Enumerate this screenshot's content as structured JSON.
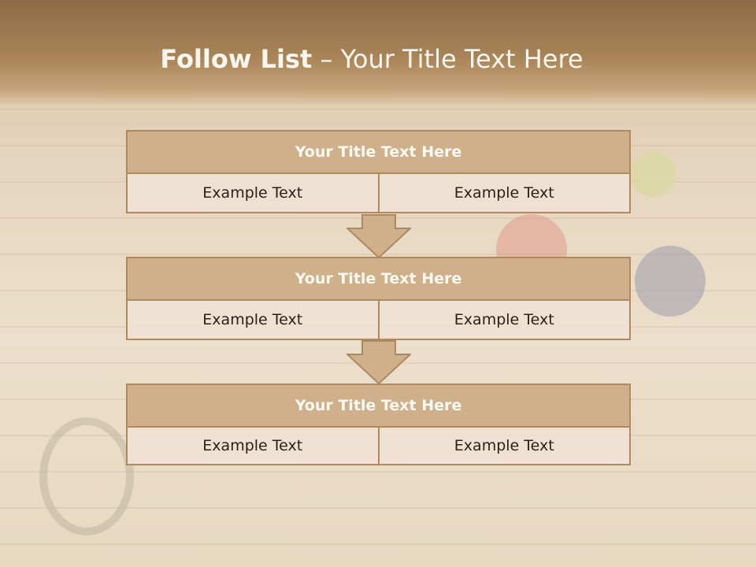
{
  "title": {
    "bold": "Follow List",
    "rest": " – Your Title Text Here"
  },
  "steps": [
    {
      "heading": "Your Title Text Here",
      "left": "Example Text",
      "right": "Example Text"
    },
    {
      "heading": "Your Title Text Here",
      "left": "Example Text",
      "right": "Example Text"
    },
    {
      "heading": "Your Title Text Here",
      "left": "Example Text",
      "right": "Example Text"
    }
  ],
  "colors": {
    "header": "#a98558",
    "block_head": "#d0b08a",
    "border": "#b08a5e",
    "cell": "#f0e2d4"
  }
}
